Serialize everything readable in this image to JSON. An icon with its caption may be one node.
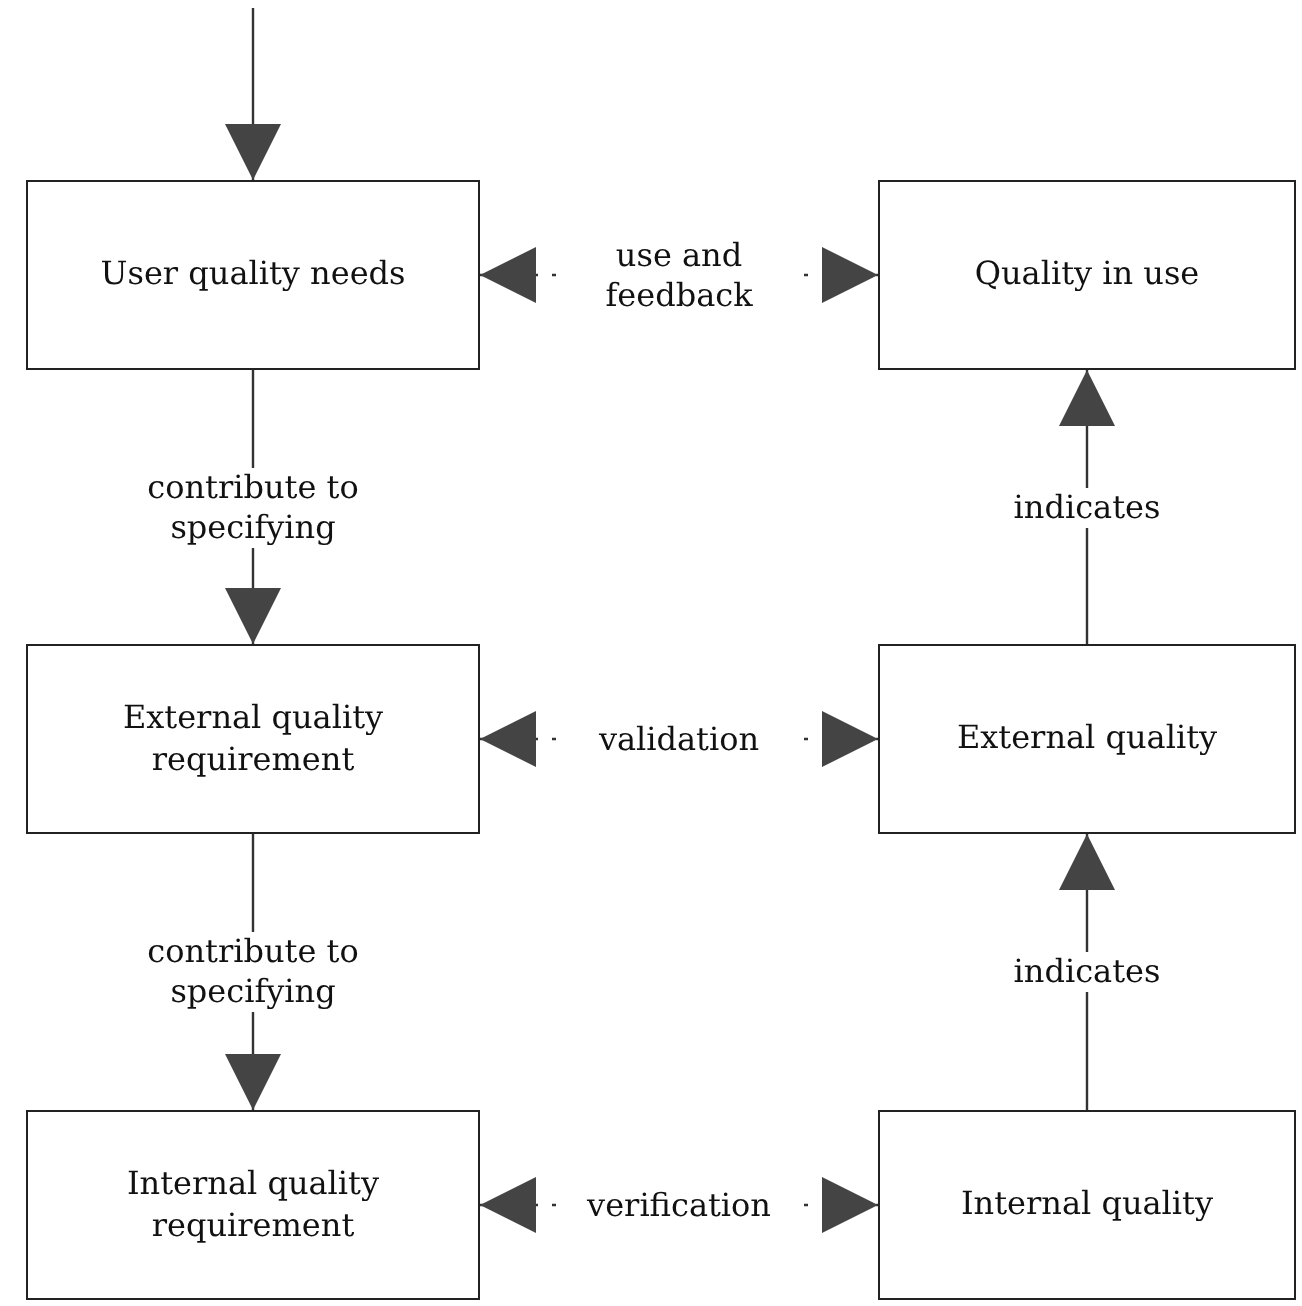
{
  "diagram": {
    "nodes": [
      {
        "text": [
          "User quality needs"
        ]
      },
      {
        "text": [
          "Quality in use"
        ]
      },
      {
        "text": [
          "External quality requirement"
        ]
      },
      {
        "text": [
          "External quality"
        ]
      },
      {
        "text": [
          "Internal quality requirement"
        ]
      },
      {
        "text": [
          "Internal quality"
        ]
      }
    ],
    "edges": [
      {
        "from": null,
        "to": 0,
        "arrow": "to"
      },
      {
        "from": 0,
        "to": 1,
        "arrow": "both",
        "label": "use and feedback",
        "style": "dashed"
      },
      {
        "from": 0,
        "to": 2,
        "arrow": "to",
        "label": "contribute to specifying"
      },
      {
        "from": 2,
        "to": 3,
        "arrow": "both",
        "label": "validation",
        "style": "dashed"
      },
      {
        "from": 3,
        "to": 1,
        "arrow": "to",
        "label": "indicates"
      },
      {
        "from": 2,
        "to": 4,
        "arrow": "to",
        "label": "contribute to specifying"
      },
      {
        "from": 4,
        "to": 5,
        "arrow": "both",
        "label": "verification",
        "style": "dashed"
      },
      {
        "from": 5,
        "to": 3,
        "arrow": "to",
        "label": "indicates"
      }
    ]
  }
}
